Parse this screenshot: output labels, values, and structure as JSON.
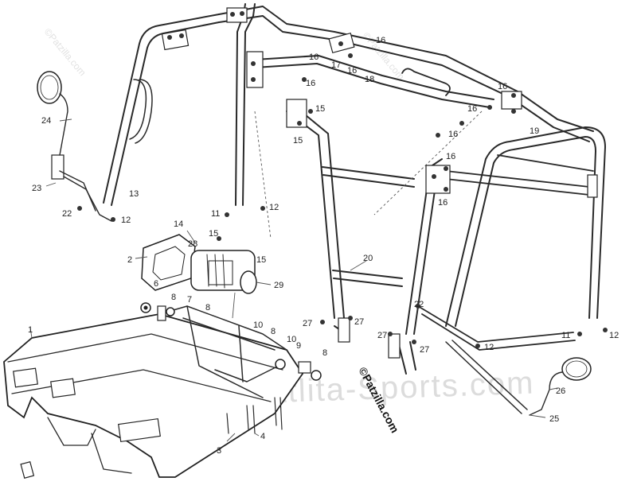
{
  "watermark": {
    "main": "www.Atlita-Sports.com",
    "patzilla": "©Patzilla.com"
  },
  "copyright": "©Patzilla.com",
  "labels": {
    "n1": "1",
    "n2": "2",
    "n3": "3",
    "n4": "4",
    "n6": "6",
    "n7": "7",
    "n8": "8",
    "n8b": "8",
    "n8c": "8",
    "n8d": "8",
    "n9": "9",
    "n10": "10",
    "n11": "11",
    "n11b": "11",
    "n12": "12",
    "n12b": "12",
    "n12c": "12",
    "n12d": "12",
    "n13": "13",
    "n14": "14",
    "n15": "15",
    "n15b": "15",
    "n15c": "15",
    "n15d": "15",
    "n16": "16",
    "n16b": "16",
    "n16c": "16",
    "n16d": "16",
    "n16e": "16",
    "n16f": "16",
    "n16g": "16",
    "n16h": "16",
    "n16i": "16",
    "n17": "17",
    "n18": "18",
    "n19": "19",
    "n20": "20",
    "n22": "22",
    "n22b": "22",
    "n23": "23",
    "n24": "24",
    "n25": "25",
    "n26": "26",
    "n27": "27",
    "n27b": "27",
    "n27c": "27",
    "n27d": "27",
    "n28": "28",
    "n29": "29"
  }
}
